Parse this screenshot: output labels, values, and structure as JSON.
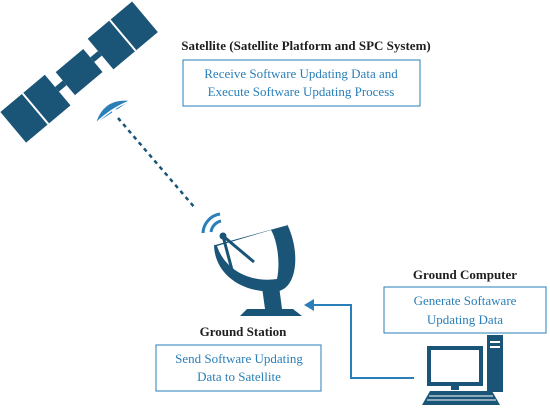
{
  "satellite": {
    "title": "Satellite (Satellite Platform and SPC System)",
    "box_line1": "Receive Software Updating Data and",
    "box_line2": "Execute Software Updating Process"
  },
  "ground_station": {
    "title": "Ground Station",
    "box_line1": "Send Software Updating",
    "box_line2": "Data to Satellite"
  },
  "ground_computer": {
    "title": "Ground Computer",
    "box_line1": "Generate Softaware",
    "box_line2": "Updating Data"
  },
  "colors": {
    "primary": "#1a5476",
    "accent": "#2a7fb8"
  },
  "icons": [
    "satellite-icon",
    "ground-station-icon",
    "desktop-computer-icon"
  ]
}
